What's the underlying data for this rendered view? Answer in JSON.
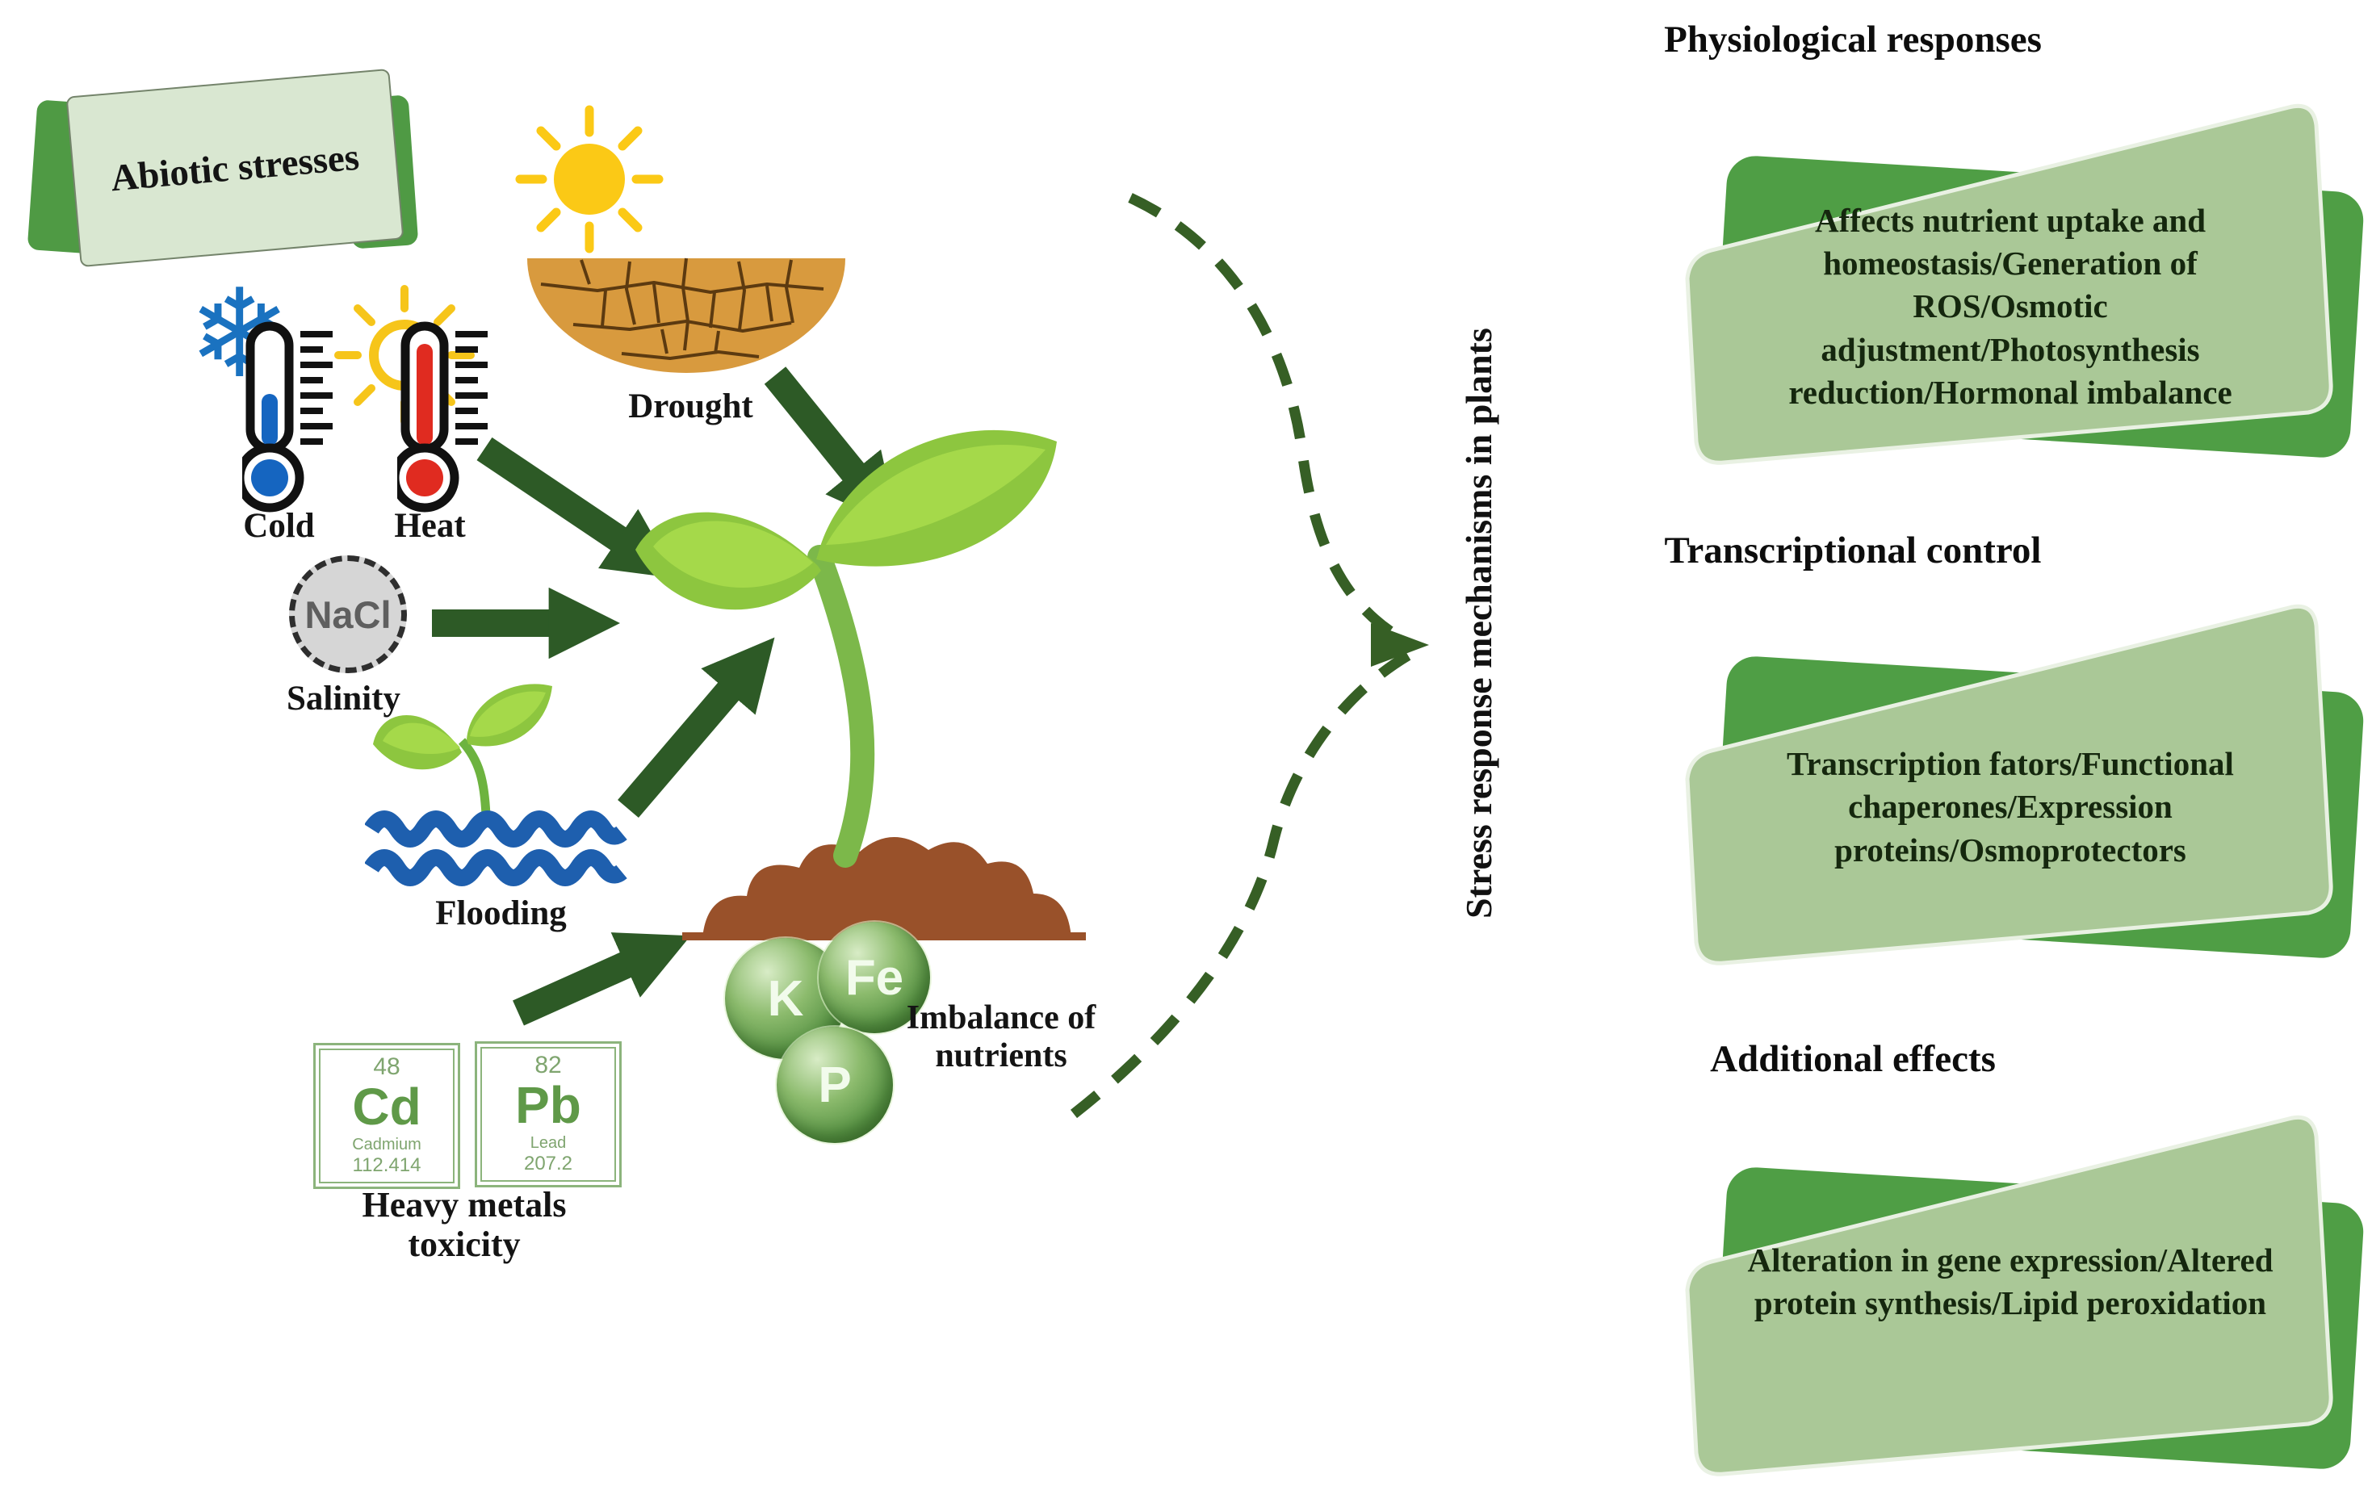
{
  "banner": {
    "label": "Abiotic stresses"
  },
  "stressors": {
    "cold": {
      "label": "Cold"
    },
    "heat": {
      "label": "Heat"
    },
    "drought": {
      "label": "Drought"
    },
    "salinity": {
      "label": "Salinity",
      "symbol": "NaCl"
    },
    "flooding": {
      "label": "Flooding"
    },
    "heavy_metals": {
      "label": "Heavy metals\ntoxicity",
      "cadmium": {
        "number": "48",
        "symbol": "Cd",
        "name": "Cadmium",
        "mass": "112.414"
      },
      "lead": {
        "number": "82",
        "symbol": "Pb",
        "name": "Lead",
        "mass": "207.2"
      }
    },
    "nutrients": {
      "label": "Imbalance of\nnutrients",
      "spheres": [
        "K",
        "Fe",
        "P"
      ]
    }
  },
  "center": {
    "brace_label": "Stress response mechanisms in plants"
  },
  "responses": [
    {
      "title": "Physiological responses",
      "body": "Affects nutrient uptake and\nhomeostasis/Generation of\nROS/Osmotic\nadjustment/Photosynthesis\nreduction/Hormonal imbalance"
    },
    {
      "title": "Transcriptional control",
      "body": "Transcription fators/Functional\nchaperones/Expression\nproteins/Osmoprotectors"
    },
    {
      "title": "Additional effects",
      "body": "Alteration in gene expression/Altered\nprotein synthesis/Lipid peroxidation"
    }
  ],
  "colors": {
    "arrow_green": "#2d5a26",
    "brace_green": "#365f25",
    "panel_front": "#aac897",
    "panel_back": "#4f9e45",
    "banner_face": "#d9e7d1",
    "banner_flap": "#4f9a44",
    "soil_brown": "#99512a",
    "cracked_soil": "#d89a3e",
    "wave_blue": "#1e5fae",
    "snow_blue": "#1a72c0",
    "cold_blue": "#1565c0",
    "heat_red": "#e02b20",
    "sun_yellow": "#f6c51a",
    "element_green": "#5f9948",
    "panel_text": "#15270e"
  }
}
